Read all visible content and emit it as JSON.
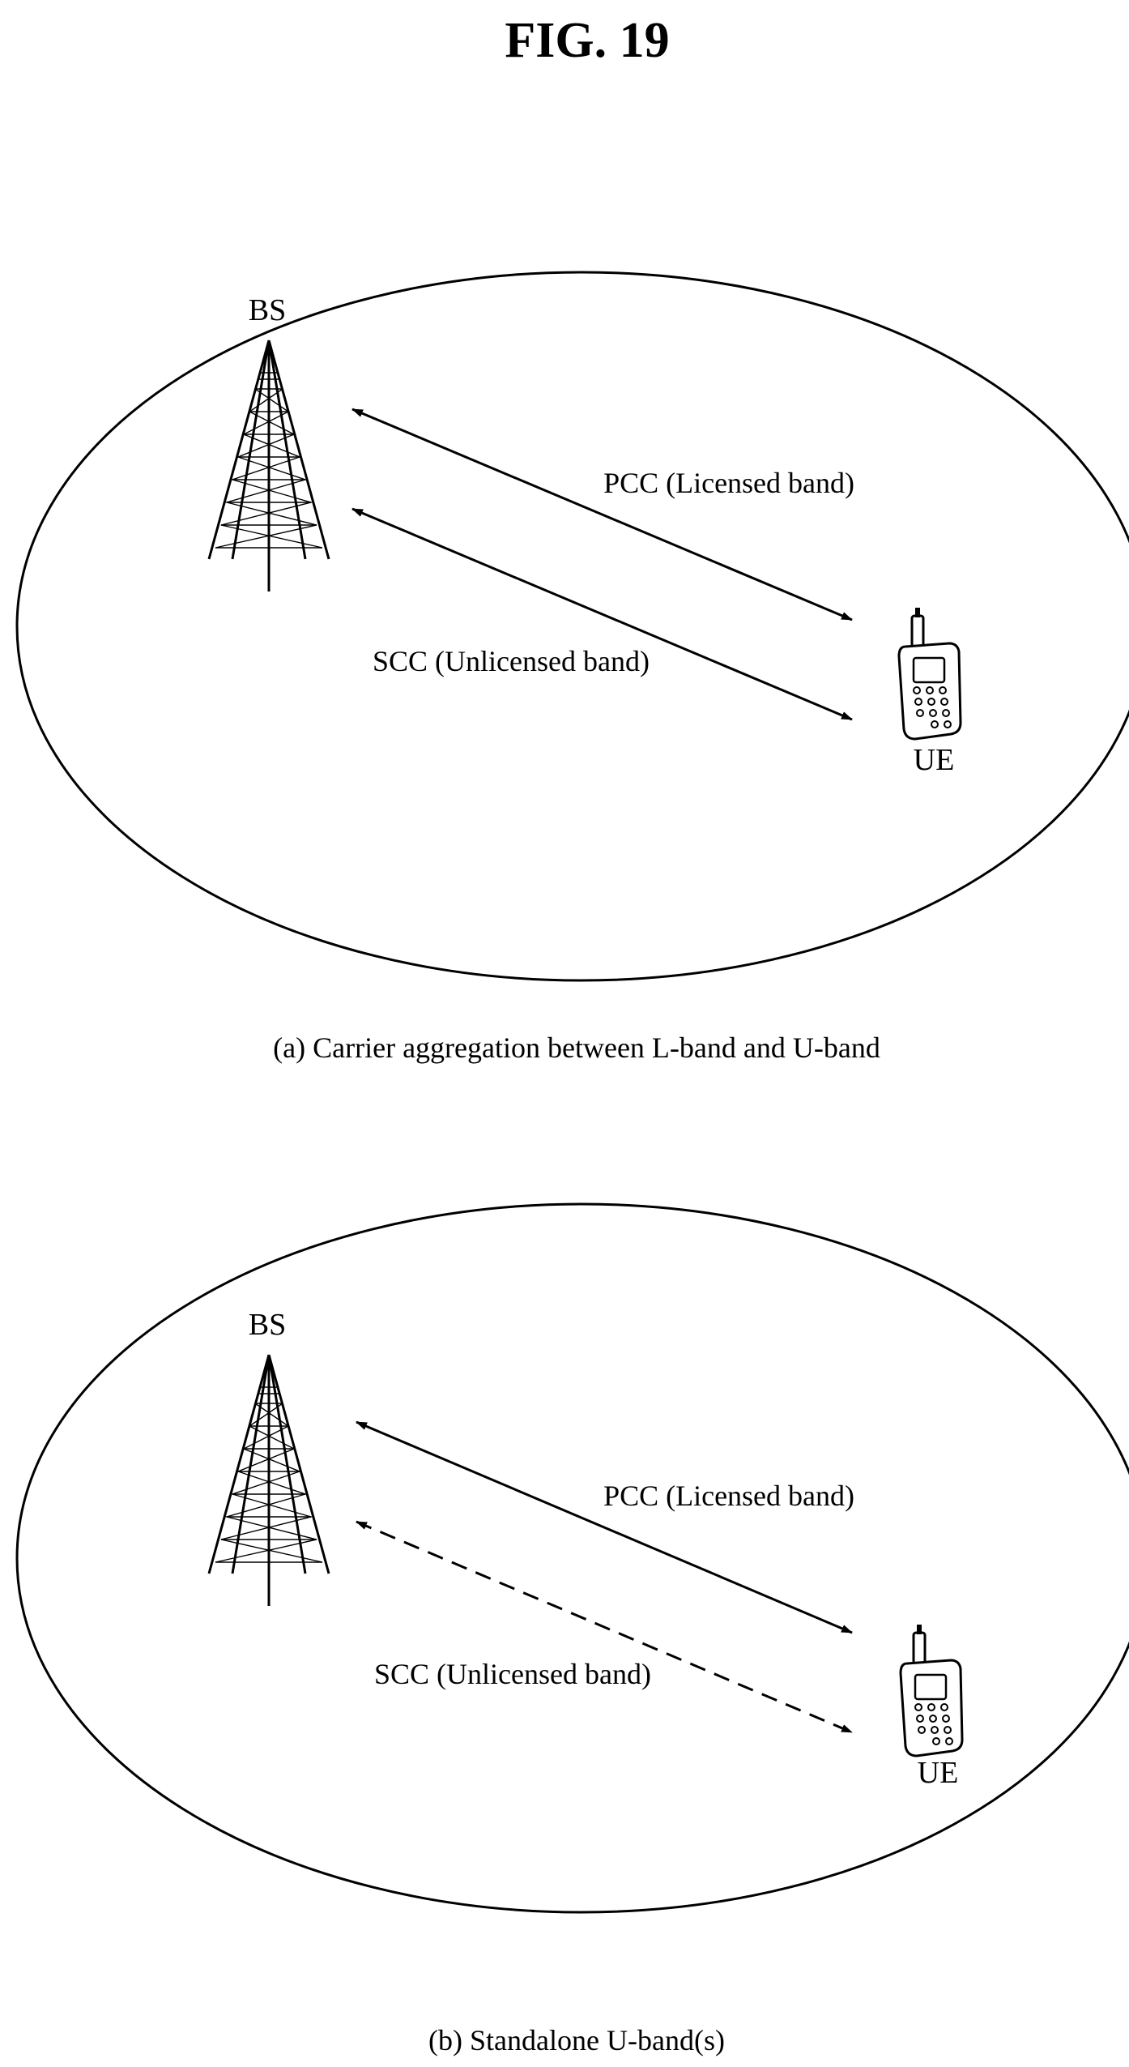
{
  "figure": {
    "title": "FIG. 19"
  },
  "panels": [
    {
      "id": "a",
      "base_station_label": "BS",
      "ue_label": "UE",
      "links": [
        {
          "label": "PCC (Licensed band)",
          "style": "solid"
        },
        {
          "label": "SCC (Unlicensed band)",
          "style": "solid"
        }
      ],
      "caption": "(a) Carrier aggregation between L-band and U-band"
    },
    {
      "id": "b",
      "base_station_label": "BS",
      "ue_label": "UE",
      "links": [
        {
          "label": "PCC (Licensed band)",
          "style": "solid"
        },
        {
          "label": "SCC (Unlicensed band)",
          "style": "dashed"
        }
      ],
      "caption": "(b) Standalone U-band(s)"
    }
  ]
}
